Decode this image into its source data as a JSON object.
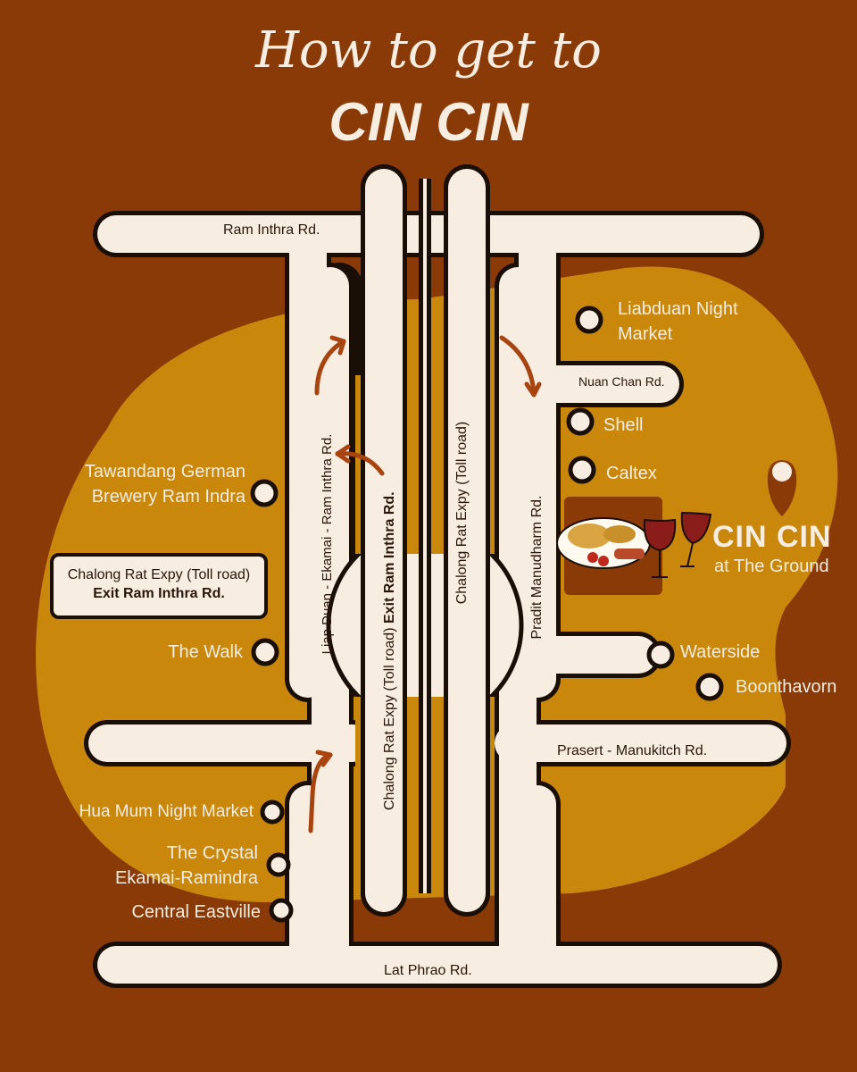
{
  "header": {
    "line1": "How to get to",
    "line2": "CIN CIN"
  },
  "roads": {
    "ram_inthra": "Ram Inthra Rd.",
    "nuan_chan": "Nuan Chan Rd.",
    "prasert": "Prasert - Manukitch Rd.",
    "lat_phrao": "Lat Phrao Rd.",
    "liap_duan": "Liap Duan - Ekamai -  Ram Inthra Rd.",
    "expy_exit_prefix": "Chalong Rat Expy (Toll road)",
    "expy_exit_bold": "Exit Ram Inthra Rd.",
    "expy_toll": "Chalong Rat Expy (Toll road)",
    "pradit": "Pradit Manudharm Rd."
  },
  "landmarks": {
    "liabduan_1": "Liabduan Night",
    "liabduan_2": "Market",
    "shell": "Shell",
    "caltex": "Caltex",
    "tawandang_1": "Tawandang German",
    "tawandang_2": "Brewery Ram Indra",
    "the_walk": "The Walk",
    "waterside": "Waterside",
    "boonthavorn": "Boonthavorn",
    "hua_mum": "Hua Mum Night Market",
    "crystal_1": "The Crystal",
    "crystal_2": "Ekamai-Ramindra",
    "central": "Central Eastville"
  },
  "callout": {
    "line1": "Chalong Rat Expy (Toll road)",
    "line2": "Exit Ram Inthra Rd."
  },
  "destination": {
    "name": "CIN CIN",
    "subtitle": "at The Ground",
    "pin_icon": "location-pin-icon",
    "food_icon": "food-and-wine-illustration"
  },
  "colors": {
    "background": "#8a3a07",
    "blob": "#c9870c",
    "road_fill": "#f7ede0",
    "road_stroke": "#1a0f07",
    "arrow": "#a8440f",
    "pin": "#8a3a07",
    "destination_box": "#8a3a07"
  }
}
